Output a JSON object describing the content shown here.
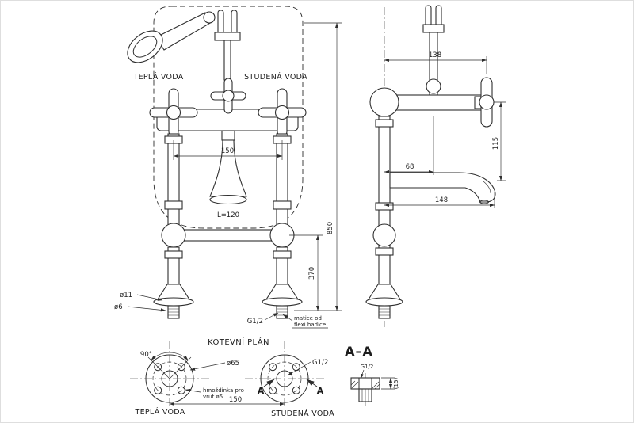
{
  "drawing": {
    "line_color": "#2e2e2e",
    "background": "#ffffff"
  },
  "front_view": {
    "label_hot": "TEPLÁ VODA",
    "label_cold": "STUDENÁ VODA",
    "dim_150": "150",
    "dim_L120": "L=120",
    "dim_850": "850",
    "dim_370": "370",
    "dim_d11": "ø11",
    "dim_d6": "ø6",
    "dim_g12": "G1/2",
    "note_line1": "matice od",
    "note_line2": "flexi hadice"
  },
  "side_view": {
    "dim_138": "138",
    "dim_68": "68",
    "dim_115": "115",
    "dim_148": "148"
  },
  "anchor_plan": {
    "title": "KOTEVNÍ PLÁN",
    "dim_90": "90°",
    "dim_d65": "ø65",
    "dim_g12": "G1/2",
    "marker_a_left": "A",
    "marker_a_right": "A",
    "note_line1": "hmoždinka pro",
    "note_line2": "vrut ø5",
    "dim_150": "150",
    "label_hot": "TEPLÁ VODA",
    "label_cold": "STUDENÁ VODA"
  },
  "section_view": {
    "title": "A–A",
    "dim_g12": "G1/2",
    "dim_15": "(15)"
  }
}
